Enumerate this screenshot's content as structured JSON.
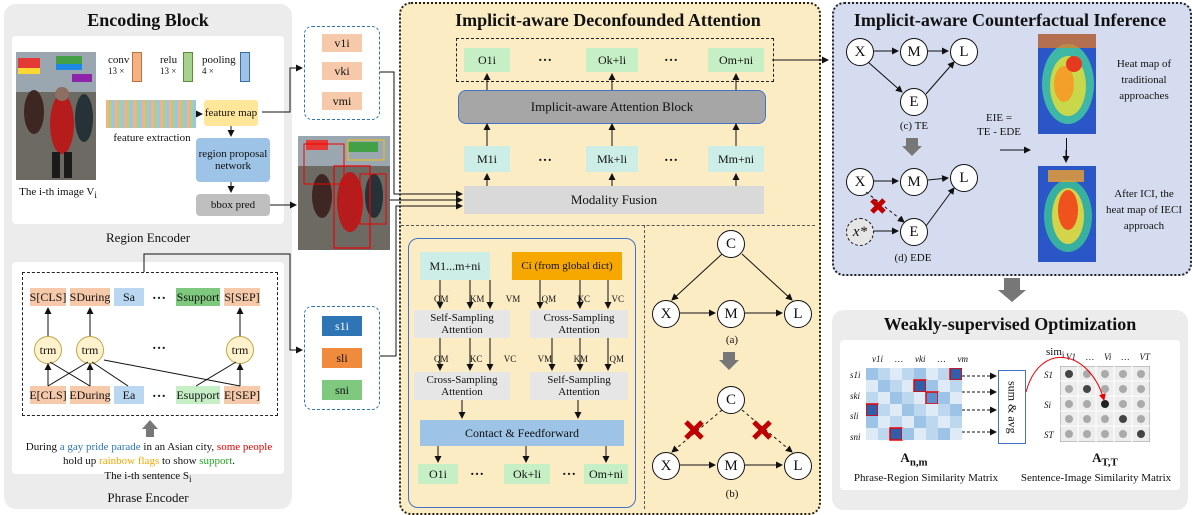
{
  "encoding": {
    "title": "Encoding Block",
    "conv": "conv",
    "conv_k": "13 ×",
    "relu": "relu",
    "relu_k": "13 ×",
    "pooling": "pooling",
    "pooling_k": "4 ×",
    "feature_extraction": "feature extraction",
    "feature_map": "feature map",
    "rpn": "region proposal network",
    "bbox": "bbox pred",
    "image_caption": "The i-th image V",
    "image_caption_sub": "i",
    "region_encoder": "Region Encoder",
    "phrase_encoder": "Phrase Encoder",
    "trm": "trm",
    "s_tokens": [
      "S[CLS]",
      "SDuring",
      "Sa",
      "Ssupport",
      "S[SEP]"
    ],
    "e_tokens": [
      "E[CLS]",
      "EDuring",
      "Ea",
      "Esupport",
      "E[SEP]"
    ],
    "sentence_parts": [
      {
        "text": "During ",
        "color": "#111111"
      },
      {
        "text": "a gay pride parade",
        "color": "#2e75b6"
      },
      {
        "text": " in an Asian city, ",
        "color": "#111111"
      },
      {
        "text": "some people",
        "color": "#e00000"
      },
      {
        "text": " hold up ",
        "color": "#111111"
      },
      {
        "text": "rainbow flags",
        "color": "#f0a800"
      },
      {
        "text": " to show ",
        "color": "#111111"
      },
      {
        "text": "support",
        "color": "#22a622"
      },
      {
        "text": ".",
        "color": "#111111"
      }
    ],
    "sentence_caption": "The i-th sentence S",
    "sentence_caption_sub": "i",
    "v_list": [
      "v1i",
      "vki",
      "vmi"
    ],
    "s_list": [
      "s1i",
      "sli",
      "sni"
    ]
  },
  "ida": {
    "title": "Implicit-aware Deconfounded Attention",
    "outputs": [
      "O1i",
      "Ok+li",
      "Om+ni"
    ],
    "attention_block": "Implicit-aware Attention Block",
    "m_tokens": [
      "M1i",
      "Mk+li",
      "Mm+ni"
    ],
    "modality_fusion": "Modality Fusion",
    "m_all": "M1...m+ni",
    "c_dict": "Ci (from global dict)",
    "self_sampling": "Self-Sampling Attention",
    "cross_sampling": "Cross-Sampling Attention",
    "contact_ff": "Contact & Feedforward",
    "qkv1": [
      "QM",
      "KM",
      "VM",
      "QM",
      "KC",
      "VC"
    ],
    "qkv2": [
      "QM",
      "KC",
      "VC",
      "VM",
      "KM",
      "QM"
    ],
    "ellipsis": "…",
    "graph_a": "(a)",
    "graph_b": "(b)",
    "nodes": {
      "c": "C",
      "x": "X",
      "m": "M",
      "l": "L",
      "e": "E",
      "xstar": "x*"
    }
  },
  "ici": {
    "title": "Implicit-aware Counterfactual Inference",
    "te": "(c) TE",
    "ede": "(d) EDE",
    "eie": "EIE =",
    "eie2": "TE - EDE",
    "heat1": "Heat map of traditional approaches",
    "heat2": "After ICI, the heat map of IECI approach"
  },
  "wso": {
    "title": "Weakly-supervised Optimization",
    "sum_avg": "sum & avg",
    "sim": "sim",
    "sim_sub": "i",
    "a_nm": "A",
    "a_nm_sub": "n,m",
    "a_tt": "A",
    "a_tt_sub": "T,T",
    "phrase_region": "Phrase-Region Similarity Matrix",
    "sentence_image": "Sentence-Image Similarity Matrix",
    "v_cols": [
      "v1i",
      "…",
      "vki",
      "…",
      "vm"
    ],
    "s_rows": [
      "s1i",
      "ski",
      "sli",
      "sni"
    ],
    "V_cols": [
      "V1",
      "…",
      "Vi",
      "…",
      "VT"
    ],
    "S_rows": [
      "S1",
      "Si",
      "ST"
    ]
  }
}
